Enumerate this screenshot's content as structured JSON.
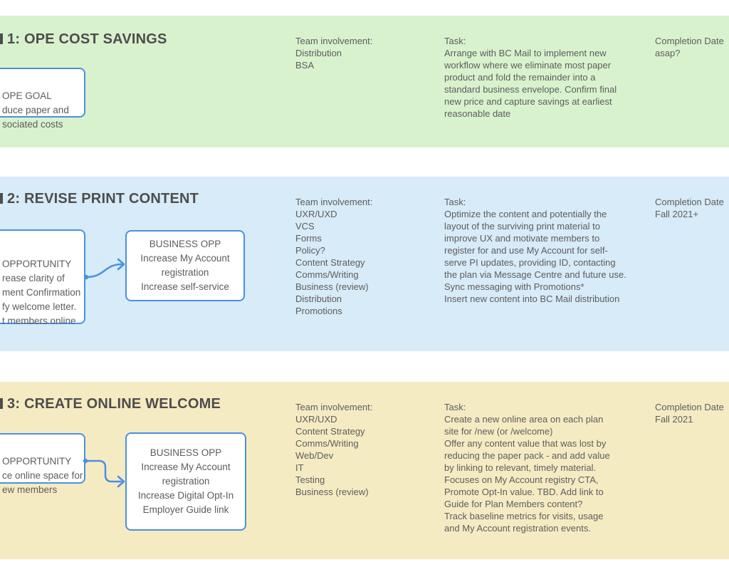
{
  "colors": {
    "band1_bg": "#d9f2ce",
    "band2_bg": "#d7ebf8",
    "band3_bg": "#f5ebc3",
    "node_border": "#4a90e2",
    "connector": "#4a90e2",
    "heading_text": "#4d4d4d",
    "body_text": "#5d5d5d"
  },
  "labels": {
    "team_involvement": "Team involvement:",
    "task": "Task:",
    "completion_date": "Completion Date"
  },
  "bands": [
    {
      "title": "1: OPE COST SAVINGS",
      "goal_box_lines": [
        "OPE GOAL",
        "duce paper and",
        "sociated costs"
      ],
      "teams": [
        "Distribution",
        "BSA"
      ],
      "task": "Arrange with BC Mail to implement new\nworkflow where we eliminate most paper\nproduct and fold the remainder into a\nstandard business envelope. Confirm final\nnew price and capture savings at earliest\nreasonable date",
      "completion": "asap?"
    },
    {
      "title": "2: REVISE PRINT CONTENT",
      "goal_box_lines": [
        "OPPORTUNITY",
        "rease clarity of",
        "ment Confirmation",
        "fy welcome letter.",
        "t members online"
      ],
      "business_box_lines": [
        "BUSINESS OPP",
        "Increase My Account",
        "registration",
        "Increase self-service"
      ],
      "teams": [
        "UXR/UXD",
        "VCS",
        "Forms",
        "Policy?",
        "Content Strategy",
        "Comms/Writing",
        "Business (review)",
        "Distribution",
        "Promotions"
      ],
      "task": "Optimize the content and potentially the\nlayout of the surviving print material to\nimprove UX and motivate members to\nregister for and use My Account for self-\nserve PI updates, providing ID, contacting\nthe plan via Message Centre and future use.\nSync messaging with Promotions*\nInsert new content into BC Mail distribution",
      "completion": "Fall 2021+"
    },
    {
      "title": "3: CREATE ONLINE WELCOME",
      "goal_box_lines": [
        "OPPORTUNITY",
        "ce online space for",
        "ew members"
      ],
      "business_box_lines": [
        "BUSINESS OPP",
        "Increase My Account",
        "registration",
        "Increase Digital Opt-In",
        "Employer Guide link"
      ],
      "teams": [
        "UXR/UXD",
        "Content Strategy",
        "Comms/Writing",
        "Web/Dev",
        "IT",
        "Testing",
        "Business (review)"
      ],
      "task": "Create a new online area on each plan\nsite for /new (or /welcome)\nOffer any content value that was lost by\nreducing the paper pack - and add value\nby linking to relevant, timely material.\nFocuses on My Account registry CTA,\nPromote Opt-In value. TBD. Add link to\nGuide for Plan Members content?\nTrack baseline metrics for visits, usage\nand My Account registration events.",
      "completion": "Fall 2021"
    }
  ]
}
